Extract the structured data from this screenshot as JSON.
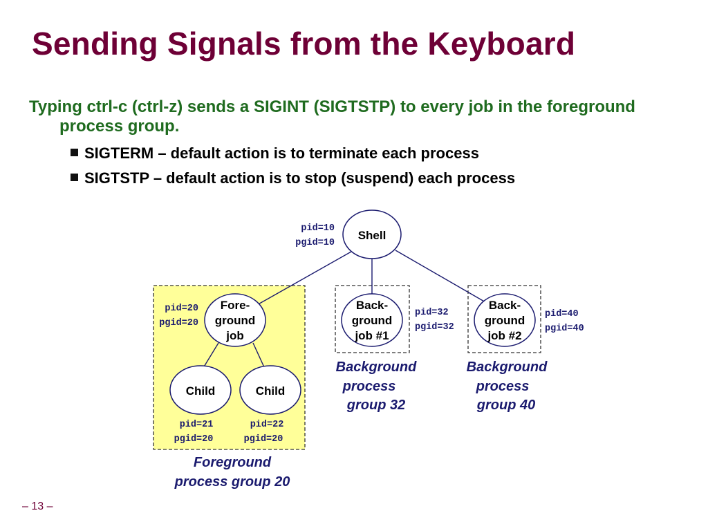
{
  "slide": {
    "title": "Sending Signals from the Keyboard",
    "bullet_main": "Typing ctrl-c (ctrl-z) sends a SIGINT (SIGTSTP) to every job in the foreground process group.",
    "sub_bullets": [
      "SIGTERM – default action is to terminate each process",
      "SIGTSTP – default action is to stop (suspend) each process"
    ],
    "page_number": "– 13 –"
  },
  "diagram": {
    "shell": {
      "label": "Shell",
      "pid": "pid=10",
      "pgid": "pgid=10"
    },
    "foreground_job": {
      "lines": [
        "Fore-",
        "ground",
        "job"
      ],
      "pid": "pid=20",
      "pgid": "pgid=20"
    },
    "child_1": {
      "label": "Child",
      "pid": "pid=21",
      "pgid": "pgid=20"
    },
    "child_2": {
      "label": "Child",
      "pid": "pid=22",
      "pgid": "pgid=20"
    },
    "background_job_1": {
      "lines": [
        "Back-",
        "ground",
        "job #1"
      ],
      "pid": "pid=32",
      "pgid": "pgid=32"
    },
    "background_job_2": {
      "lines": [
        "Back-",
        "ground",
        "job #2"
      ],
      "pid": "pid=40",
      "pgid": "pgid=40"
    },
    "captions": {
      "foreground_group": [
        "Foreground",
        "process group 20"
      ],
      "background_group_32": [
        "Background",
        "process",
        "group 32"
      ],
      "background_group_40": [
        "Background",
        "process",
        "group 40"
      ]
    }
  },
  "colors": {
    "title": "#6e0036",
    "bullet_main": "#1f6b1f",
    "mono_labels": "#1a1a6e",
    "foreground_box_fill": "#ffff99"
  }
}
